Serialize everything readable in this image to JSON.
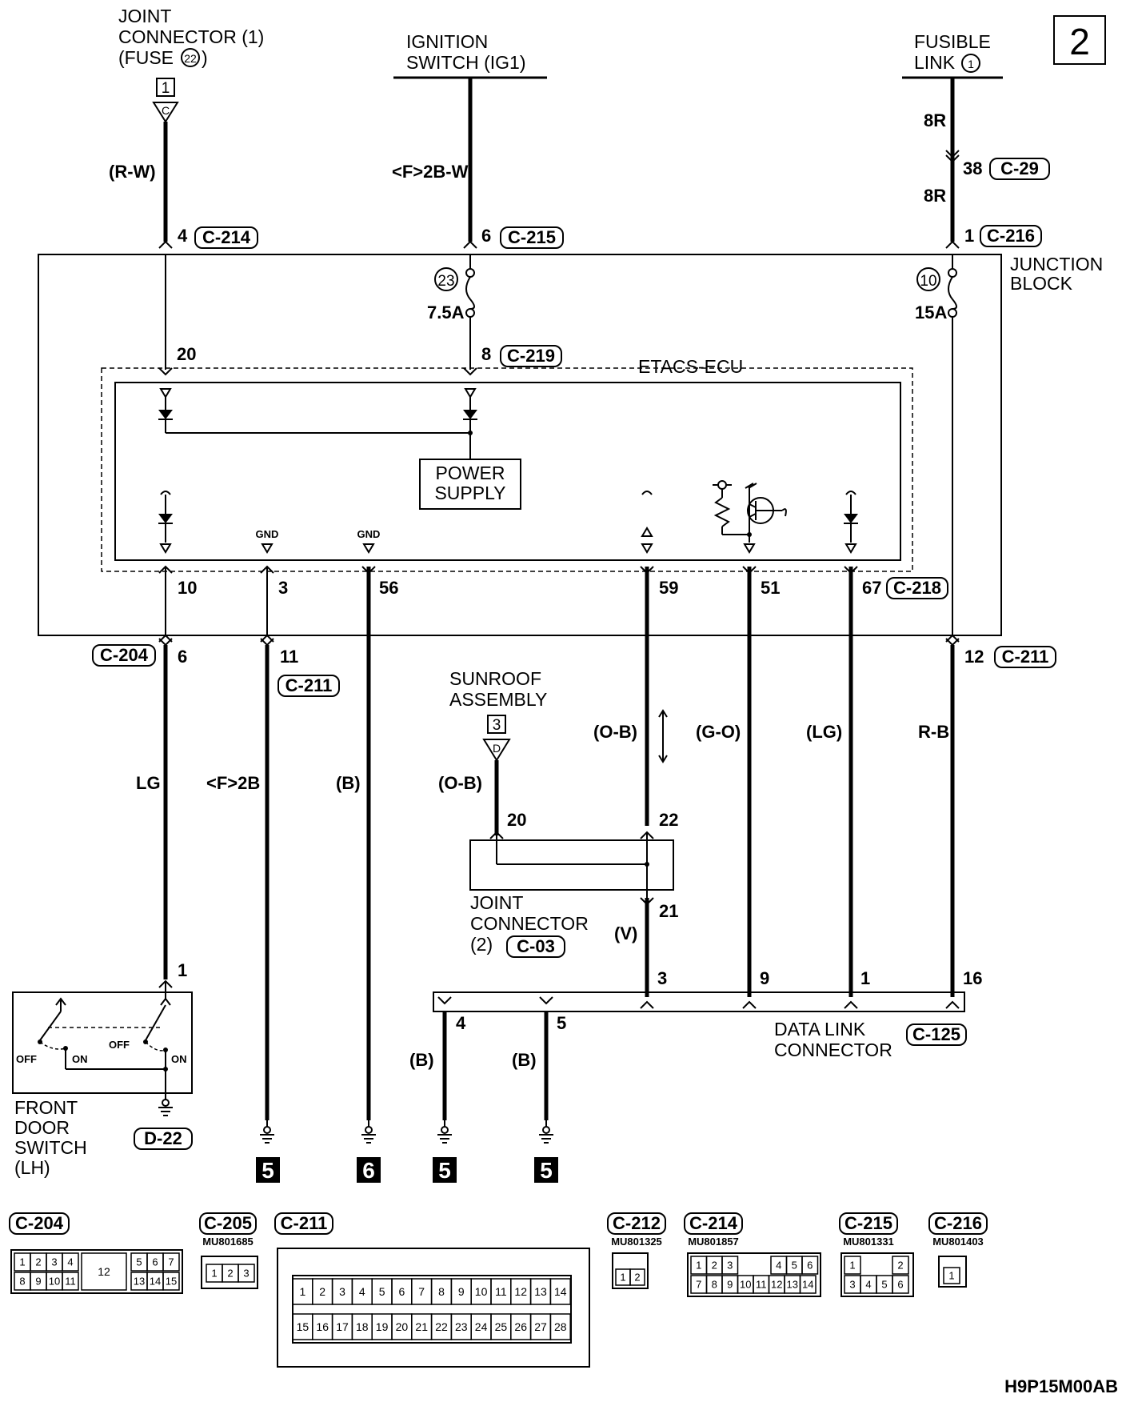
{
  "page_number": "2",
  "figure_code": "H9P15M00AB",
  "top_sources": {
    "joint_connector_1": [
      "JOINT",
      "CONNECTOR (1)",
      "(FUSE"
    ],
    "joint_connector_fuse_no": "22",
    "joint_connector_ref_page": "1",
    "joint_connector_ref_letter": "C",
    "ignition_switch": [
      "IGNITION",
      "SWITCH (IG1)"
    ],
    "fusible_link": [
      "FUSIBLE",
      "LINK"
    ],
    "fusible_link_no": "1"
  },
  "wires": {
    "rw": "(R-W)",
    "f2bw": "<F>2B-W",
    "8r_top": "8R",
    "8r_bottom": "8R",
    "lg": "LG",
    "f2b": "<F>2B",
    "b_56": "(B)",
    "ob_sunroof": "(O-B)",
    "ob_59": "(O-B)",
    "go": "(G-O)",
    "lg_67": "(LG)",
    "rb": "R-B",
    "v": "(V)",
    "b_4": "(B)",
    "b_5": "(B)"
  },
  "pins": {
    "p4": "4",
    "p6_top": "6",
    "p1_top": "1",
    "p38": "38",
    "p20": "20",
    "p8": "8",
    "p10": "10",
    "p3": "3",
    "p56": "56",
    "p59": "59",
    "p51": "51",
    "p67": "67",
    "p6_bot": "6",
    "p11": "11",
    "p12": "12",
    "jc20": "20",
    "jc22": "22",
    "jc21": "21",
    "dl3": "3",
    "dl9": "9",
    "dl1": "1",
    "dl16": "16",
    "dl4": "4",
    "dl5": "5",
    "sw1": "1"
  },
  "connectors": {
    "c214": "C-214",
    "c215": "C-215",
    "c216": "C-216",
    "c29": "C-29",
    "c219": "C-219",
    "c218": "C-218",
    "c204": "C-204",
    "c211": "C-211",
    "c211b": "C-211",
    "c03": "C-03",
    "c125": "C-125",
    "d22": "D-22"
  },
  "junction_block": [
    "JUNCTION",
    "BLOCK"
  ],
  "fuses": {
    "f23_no": "23",
    "f23_amp": "7.5A",
    "f10_no": "10",
    "f10_amp": "15A"
  },
  "ecu": {
    "label": "ETACS-ECU",
    "power_supply": [
      "POWER",
      "SUPPLY"
    ],
    "gnd1": "GND",
    "gnd2": "GND"
  },
  "sunroof": {
    "label": [
      "SUNROOF",
      "ASSEMBLY"
    ],
    "ref_page": "3",
    "ref_letter": "D"
  },
  "joint_connector_2": {
    "label": [
      "JOINT",
      "CONNECTOR",
      "(2)"
    ]
  },
  "data_link": [
    "DATA LINK",
    "CONNECTOR"
  ],
  "front_door_switch": {
    "label": [
      "FRONT",
      "DOOR",
      "SWITCH",
      "(LH)"
    ],
    "off1": "OFF",
    "on1": "ON",
    "off2": "OFF",
    "on2": "ON"
  },
  "ground_refs": [
    "5",
    "6",
    "5",
    "5"
  ],
  "connector_views": {
    "c204": {
      "name": "C-204",
      "row1": [
        "1",
        "2",
        "3",
        "4",
        "12",
        "5",
        "6",
        "7"
      ],
      "row2": [
        "8",
        "9",
        "10",
        "11",
        "13",
        "14",
        "15"
      ]
    },
    "c205": {
      "name": "C-205",
      "part": "MU801685",
      "pins": [
        "1",
        "2",
        "3"
      ]
    },
    "c211": {
      "name": "C-211",
      "row1": [
        "1",
        "2",
        "3",
        "4",
        "5",
        "6",
        "7",
        "8",
        "9",
        "10",
        "11",
        "12",
        "13",
        "14"
      ],
      "row2": [
        "15",
        "16",
        "17",
        "18",
        "19",
        "20",
        "21",
        "22",
        "23",
        "24",
        "25",
        "26",
        "27",
        "28"
      ]
    },
    "c212": {
      "name": "C-212",
      "part": "MU801325",
      "pins": [
        "1",
        "2"
      ]
    },
    "c214": {
      "name": "C-214",
      "part": "MU801857",
      "row1": [
        "1",
        "2",
        "3",
        "4",
        "5",
        "6"
      ],
      "row2": [
        "7",
        "8",
        "9",
        "10",
        "11",
        "12",
        "13",
        "14"
      ]
    },
    "c215": {
      "name": "C-215",
      "part": "MU801331",
      "row1": [
        "1",
        "2"
      ],
      "row2": [
        "3",
        "4",
        "5",
        "6"
      ]
    },
    "c216": {
      "name": "C-216",
      "part": "MU801403",
      "pins": [
        "1"
      ]
    }
  }
}
